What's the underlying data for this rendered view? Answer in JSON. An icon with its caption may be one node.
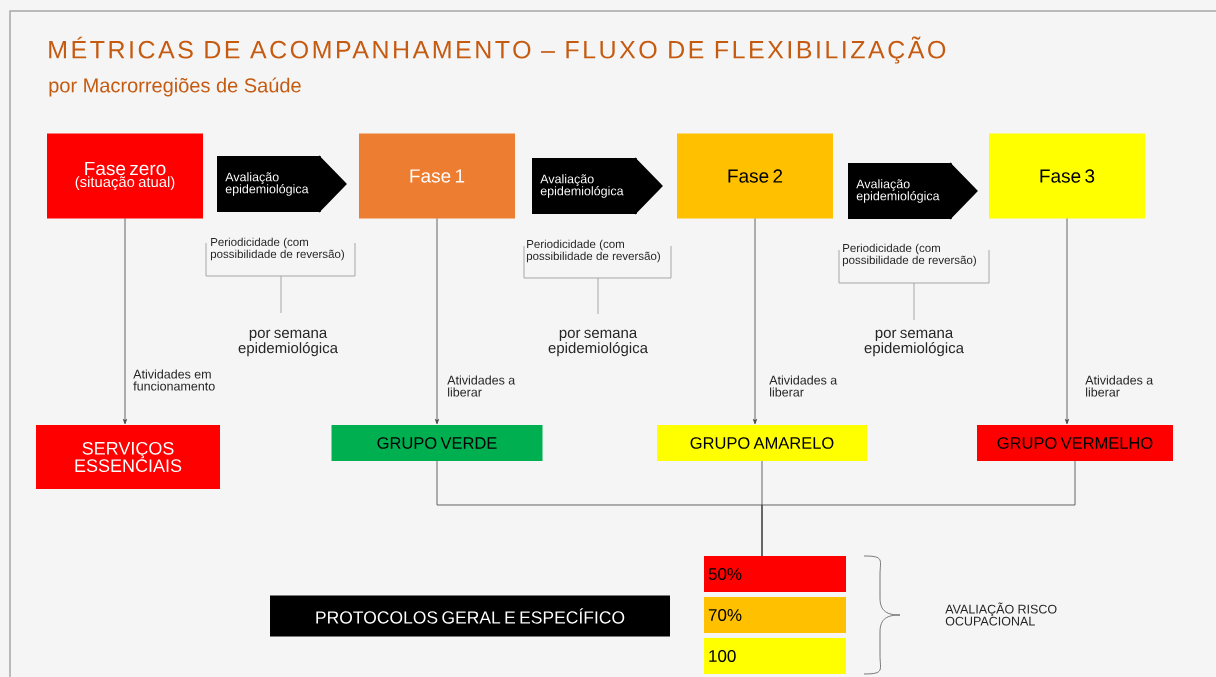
{
  "diagram": {
    "title": "MÉTRICAS DE ACOMPANHAMENTO – FLUXO DE FLEXIBILIZAÇÃO",
    "nodes": [
      {
        "text": [
          "Fase zero",
          "(situação atual)"
        ]
      },
      {
        "text": [
          "Fase  1"
        ]
      },
      {
        "text": [
          "Fase 2"
        ]
      },
      {
        "text": [
          "Fase 3"
        ]
      },
      {
        "text": [
          "SERVIÇOS ESSENCIAIS"
        ]
      },
      {
        "text": [
          "GRUPO VERDE"
        ]
      },
      {
        "text": [
          "GRUPO AMARELO"
        ]
      },
      {
        "text": [
          "GRUPO VERMELHO"
        ]
      },
      {
        "text": [
          "50%"
        ]
      },
      {
        "text": [
          "70%"
        ]
      },
      {
        "text": [
          "100"
        ]
      },
      {
        "text": [
          "PROTOCOLOS  GERAL E ESPECÍFICO"
        ]
      }
    ],
    "edges": [
      {
        "from": 0,
        "to": 4,
        "arrow": "to",
        "label": "Atividades em funcionamento"
      },
      {
        "from": 1,
        "to": 5,
        "arrow": "to",
        "label": "Atividades a liberar"
      },
      {
        "from": 2,
        "to": 6,
        "arrow": "to",
        "label": "Atividades a liberar"
      },
      {
        "from": 3,
        "to": 7,
        "arrow": "to",
        "label": "Atividades a liberar"
      },
      {
        "from": 5,
        "to": 8,
        "arrow": "none"
      },
      {
        "from": 6,
        "to": 8,
        "arrow": "none"
      },
      {
        "from": 7,
        "to": 8,
        "arrow": "none"
      },
      {
        "from": 0,
        "to": 1,
        "arrow": "to",
        "label": "Avaliação epidemiológica",
        "style": "thick",
        "color": "#000000"
      },
      {
        "from": 1,
        "to": 2,
        "arrow": "to",
        "label": "Avaliação epidemiológica",
        "style": "thick",
        "color": "#000000"
      },
      {
        "from": 2,
        "to": 3,
        "arrow": "to",
        "label": "Avaliação epidemiológica",
        "style": "thick",
        "color": "#000000"
      }
    ],
    "labels": [
      "por Macrorregiões de Saúde",
      "Periodicidade (com possibilidade de reversão)",
      "Periodicidade (com possibilidade de reversão)",
      "Periodicidade (com possibilidade de reversão)",
      "por semana epidemiológica",
      "por semana epidemiológica",
      "por semana epidemiológica",
      "AVALIAÇÃO RISCO OCUPACIONAL"
    ]
  }
}
